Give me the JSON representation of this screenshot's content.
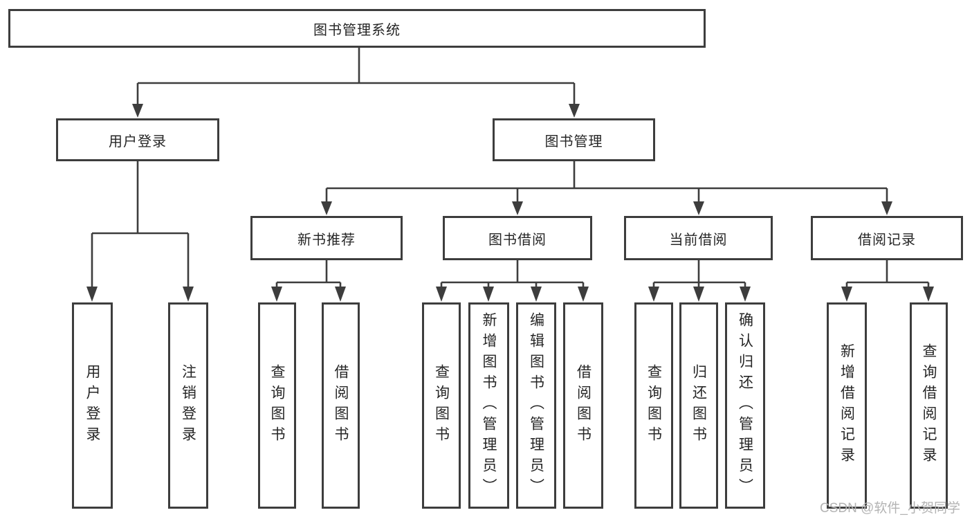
{
  "diagram": {
    "root": "图书管理系统",
    "branches": [
      {
        "label": "用户登录",
        "children": [
          "用户登录",
          "注销登录"
        ]
      },
      {
        "label": "图书管理",
        "children": [
          {
            "label": "新书推荐",
            "children": [
              "查询图书",
              "借阅图书"
            ]
          },
          {
            "label": "图书借阅",
            "children": [
              "查询图书",
              "新增图书（管理员）",
              "编辑图书（管理员）",
              "借阅图书"
            ]
          },
          {
            "label": "当前借阅",
            "children": [
              "查询图书",
              "归还图书",
              "确认归还（管理员）"
            ]
          },
          {
            "label": "借阅记录",
            "children": [
              "新增借阅记录",
              "查询借阅记录"
            ]
          }
        ]
      }
    ]
  },
  "watermark": "CSDN @软件_小贺同学",
  "colors": {
    "line": "#3d3d3d",
    "box_border": "#3d3d3d",
    "box_bg": "#ffffff",
    "text": "#262626",
    "watermark": "#b3b3b3",
    "background": "#ffffff"
  }
}
